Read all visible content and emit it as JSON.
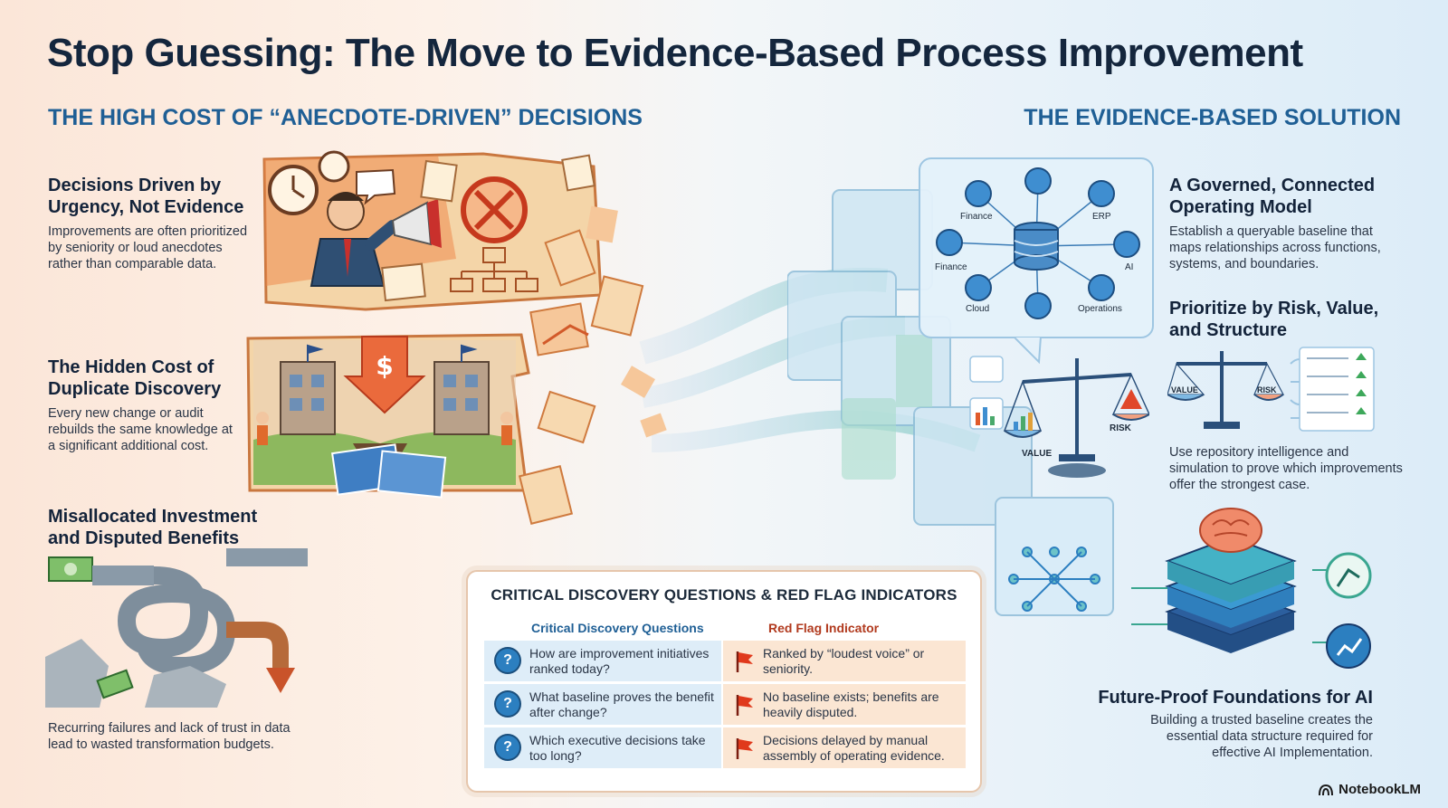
{
  "title": "Stop Guessing: The Move to Evidence-Based Process Improvement",
  "left": {
    "heading": "THE HIGH COST OF “ANECDOTE-DRIVEN” DECISIONS",
    "blocks": [
      {
        "title_1": "Decisions Driven by",
        "title_2": "Urgency, Not Evidence",
        "text": "Improvements are often prioritized by seniority or loud anecdotes rather than comparable data."
      },
      {
        "title_1": "The Hidden Cost of",
        "title_2": "Duplicate Discovery",
        "text": "Every new change or audit rebuilds the same knowledge at a significant additional cost."
      },
      {
        "title_1": "Misallocated Investment",
        "title_2": "and Disputed Benefits",
        "text": "Recurring failures and lack of trust in data lead to wasted transformation budgets."
      }
    ]
  },
  "right": {
    "heading": "THE EVIDENCE-BASED SOLUTION",
    "blocks": [
      {
        "title_1": "A Governed, Connected",
        "title_2": "Operating Model",
        "text": "Establish a queryable baseline that maps relationships across functions, systems, and boundaries."
      },
      {
        "title_1": "Prioritize by Risk, Value,",
        "title_2": "and Structure",
        "text": "Use repository intelligence and simulation to prove which improvements offer the strongest case."
      },
      {
        "title_1": "Future-Proof Foundations for AI",
        "text": "Building a trusted baseline creates the essential data structure required for effective AI Implementation."
      }
    ]
  },
  "hub": {
    "nodes": [
      "Finance",
      "ERP",
      "Finance",
      "AI",
      "Cloud",
      "Operations"
    ]
  },
  "scales": {
    "value_label": "VALUE",
    "risk_label": "RISK"
  },
  "table": {
    "title": "CRITICAL DISCOVERY QUESTIONS & RED FLAG INDICATORS",
    "col_questions": "Critical Discovery Questions",
    "col_flags": "Red Flag Indicator",
    "rows": [
      {
        "q": "How are improvement initiatives ranked today?",
        "r": "Ranked by “loudest voice” or seniority."
      },
      {
        "q": "What baseline proves the benefit after change?",
        "r": "No baseline exists; benefits are heavily disputed."
      },
      {
        "q": "Which executive decisions take too long?",
        "r": "Decisions delayed by manual assembly of operating evidence."
      }
    ]
  },
  "brand": "NotebookLM",
  "colors": {
    "title": "#14263d",
    "section_heading": "#1f5f95",
    "red_flag": "#b13a1e",
    "question_blue": "#2c7fc0"
  }
}
